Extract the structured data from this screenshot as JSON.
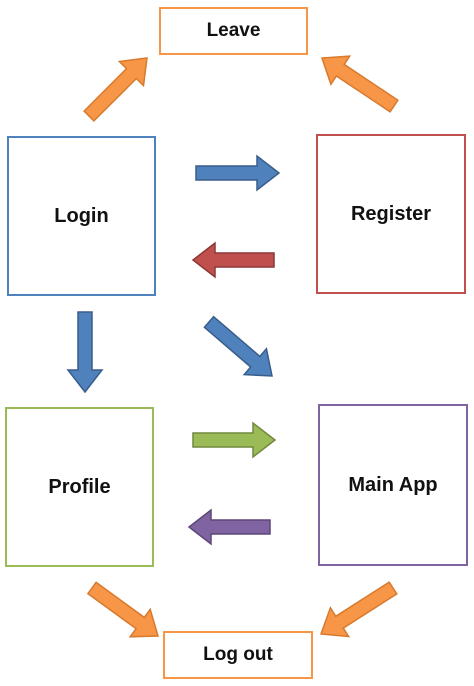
{
  "nodes": {
    "leave": "Leave",
    "login": "Login",
    "register": "Register",
    "profile": "Profile",
    "main_app": "Main App",
    "log_out": "Log out"
  },
  "colors": {
    "leave": "#F79646",
    "login": "#4F81BD",
    "register": "#C0504D",
    "profile": "#9BBB59",
    "main_app": "#8064A2",
    "log_out": "#F79646"
  },
  "arrows": [
    {
      "from": "login",
      "to": "leave",
      "color": "#F79646",
      "stroke": "#D77A2E"
    },
    {
      "from": "register",
      "to": "leave",
      "color": "#F79646",
      "stroke": "#D77A2E"
    },
    {
      "from": "login",
      "to": "register",
      "color": "#4F81BD",
      "stroke": "#385D8A"
    },
    {
      "from": "register",
      "to": "login",
      "color": "#C0504D",
      "stroke": "#8C3836"
    },
    {
      "from": "login",
      "to": "profile",
      "color": "#4F81BD",
      "stroke": "#385D8A"
    },
    {
      "from": "login",
      "to": "main_app",
      "color": "#4F81BD",
      "stroke": "#385D8A"
    },
    {
      "from": "profile",
      "to": "main_app",
      "color": "#9BBB59",
      "stroke": "#71893F"
    },
    {
      "from": "main_app",
      "to": "profile",
      "color": "#8064A2",
      "stroke": "#5C4776"
    },
    {
      "from": "profile",
      "to": "log_out",
      "color": "#F79646",
      "stroke": "#D77A2E"
    },
    {
      "from": "main_app",
      "to": "log_out",
      "color": "#F79646",
      "stroke": "#D77A2E"
    }
  ]
}
